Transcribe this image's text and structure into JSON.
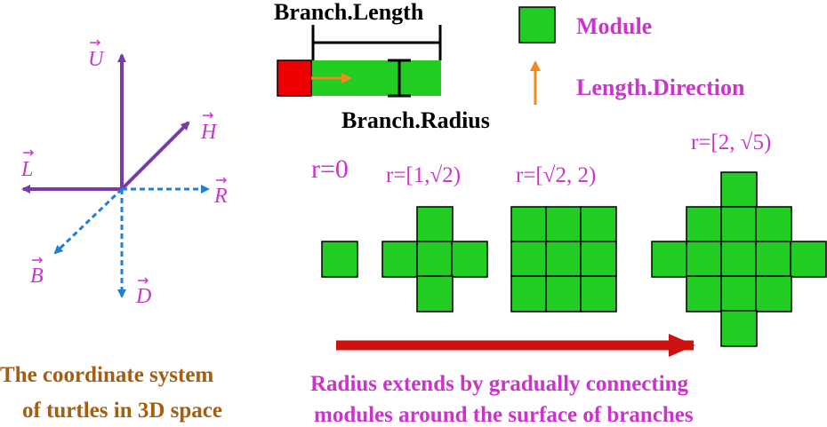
{
  "colors": {
    "purple": "#7a3aa8",
    "blue": "#1f7fd0",
    "magenta": "#cc33cc",
    "brown": "#a45e10",
    "green": "#22cc22",
    "red": "#ee0000",
    "orange": "#f28a1c",
    "darkred": "#cc1111"
  },
  "axes": {
    "U": "U",
    "H": "H",
    "L": "L",
    "R": "R",
    "B": "B",
    "D": "D"
  },
  "coord_caption": {
    "line1": "The coordinate system",
    "line2": "of turtles in 3D space"
  },
  "branch": {
    "length_label": "Branch.Length",
    "radius_label": "Branch.Radius"
  },
  "legend": {
    "module_label": "Module",
    "direction_label": "Length.Direction"
  },
  "radius_labels": {
    "r0": "r=0",
    "r1": "r=[1,√2)",
    "r2": "r=[√2, 2)",
    "r3": "r=[2, √5)"
  },
  "bottom_caption": {
    "line1": "Radius extends by gradually connecting",
    "line2": "modules around the surface of branches"
  }
}
